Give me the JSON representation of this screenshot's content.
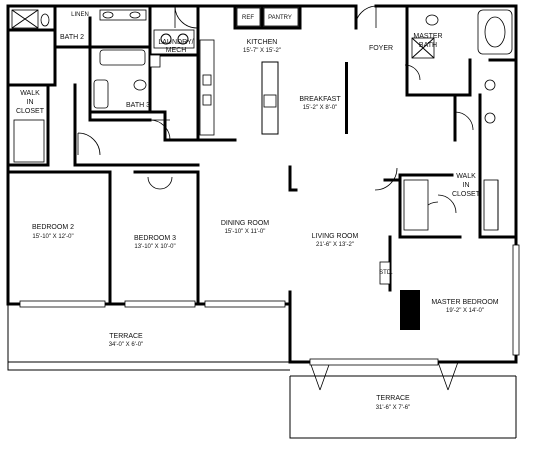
{
  "rooms": {
    "linen": "LINEN",
    "bath2": "BATH 2",
    "bath3": "BATH 3",
    "laundry": [
      "LAUNDRY/",
      "MECH"
    ],
    "walk_in_closet_left": [
      "WALK",
      "IN",
      "CLOSET"
    ],
    "ref": "REF",
    "pantry": "PANTRY",
    "kitchen": {
      "name": "KITCHEN",
      "dims": "15'-7\" X 15'-2\""
    },
    "foyer": "FOYER",
    "master_bath": [
      "MASTER",
      "BATH"
    ],
    "breakfast": {
      "name": "BREAKFAST",
      "dims": "15'-2\" X 8'-0\""
    },
    "walk_in_closet_right": [
      "WALK",
      "IN",
      "CLOSET"
    ],
    "bedroom2": {
      "name": "BEDROOM 2",
      "dims": "15'-10\" X 12'-0\""
    },
    "bedroom3": {
      "name": "BEDROOM 3",
      "dims": "13'-10\" X 10'-0\""
    },
    "dining": {
      "name": "DINING ROOM",
      "dims": "15'-10\" X 11'-0\""
    },
    "living": {
      "name": "LIVING ROOM",
      "dims": "21'-6\" X 13'-2\""
    },
    "master_bedroom": {
      "name": "MASTER BEDROOM",
      "dims": "19'-2\" X 14'-0\""
    },
    "terrace_left": {
      "name": "TERRACE",
      "dims": "34'-0\" X 6'-0\""
    },
    "terrace_right": {
      "name": "TERRACE",
      "dims": "31'-6\" X 7'-6\""
    },
    "fireplace": "STD."
  },
  "colors": {
    "wall": "#000000",
    "background": "#ffffff"
  }
}
